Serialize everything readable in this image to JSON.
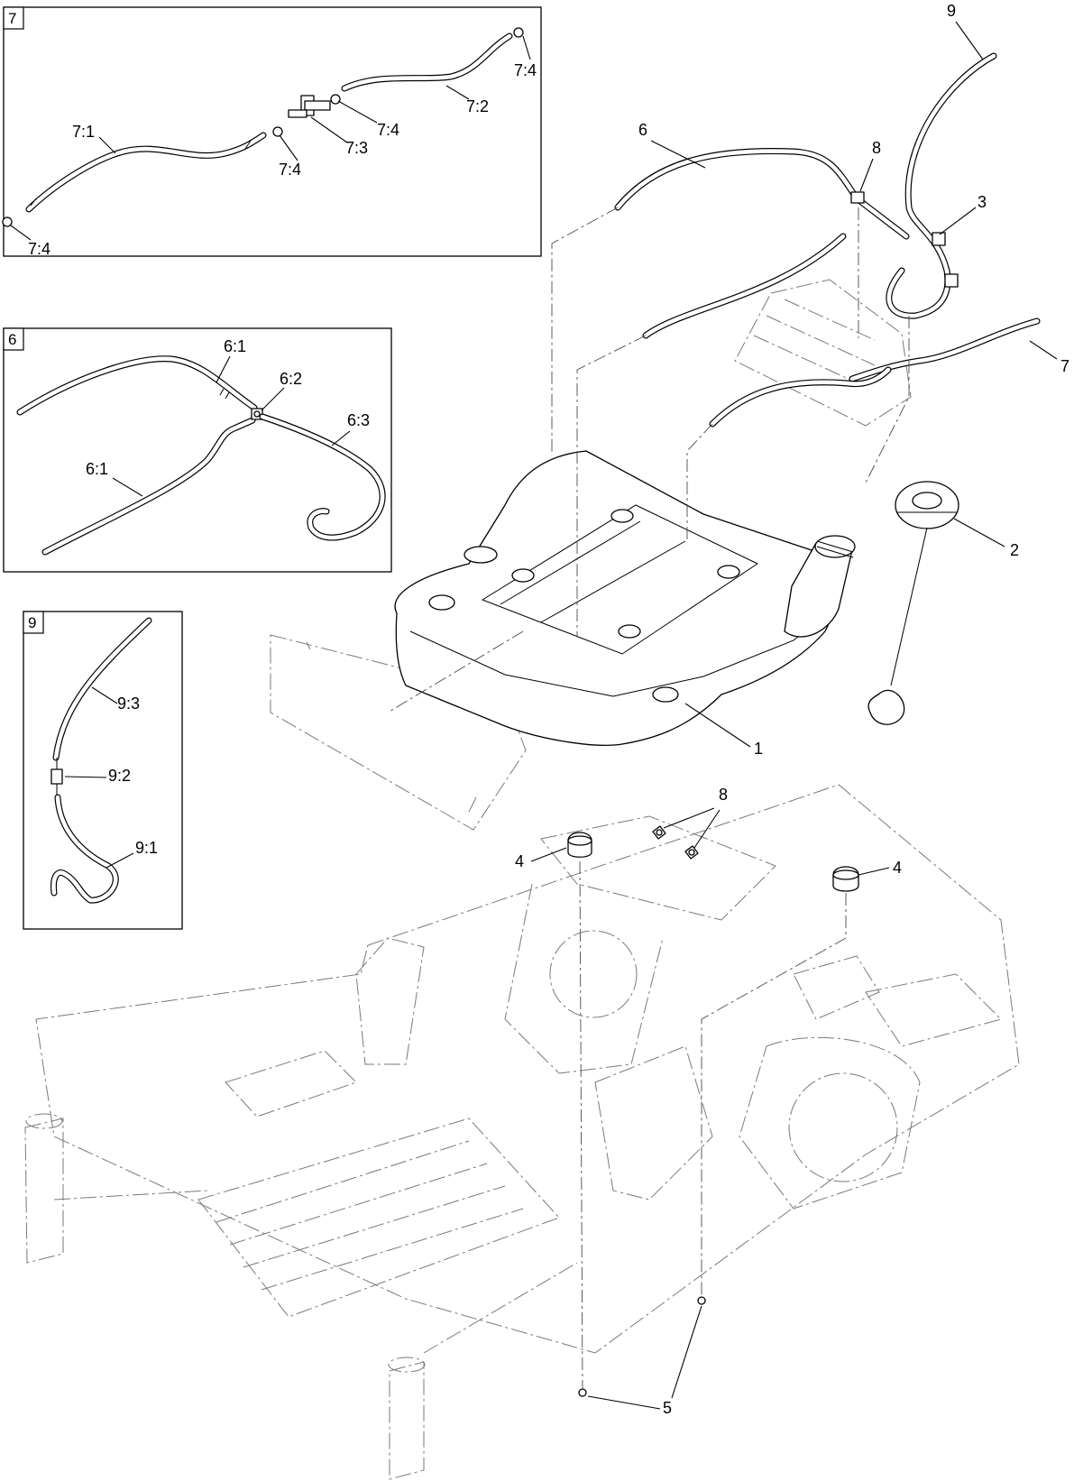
{
  "details": [
    {
      "tag": "7",
      "labels": [
        "7:1",
        "7:2",
        "7:3",
        "7:4",
        "7:4",
        "7:4",
        "7:4"
      ]
    },
    {
      "tag": "6",
      "labels": [
        "6:1",
        "6:1",
        "6:2",
        "6:3"
      ]
    },
    {
      "tag": "9",
      "labels": [
        "9:1",
        "9:2",
        "9:3"
      ]
    }
  ],
  "callouts": [
    "1",
    "2",
    "3",
    "4",
    "4",
    "5",
    "6",
    "7",
    "8",
    "8",
    "9"
  ]
}
